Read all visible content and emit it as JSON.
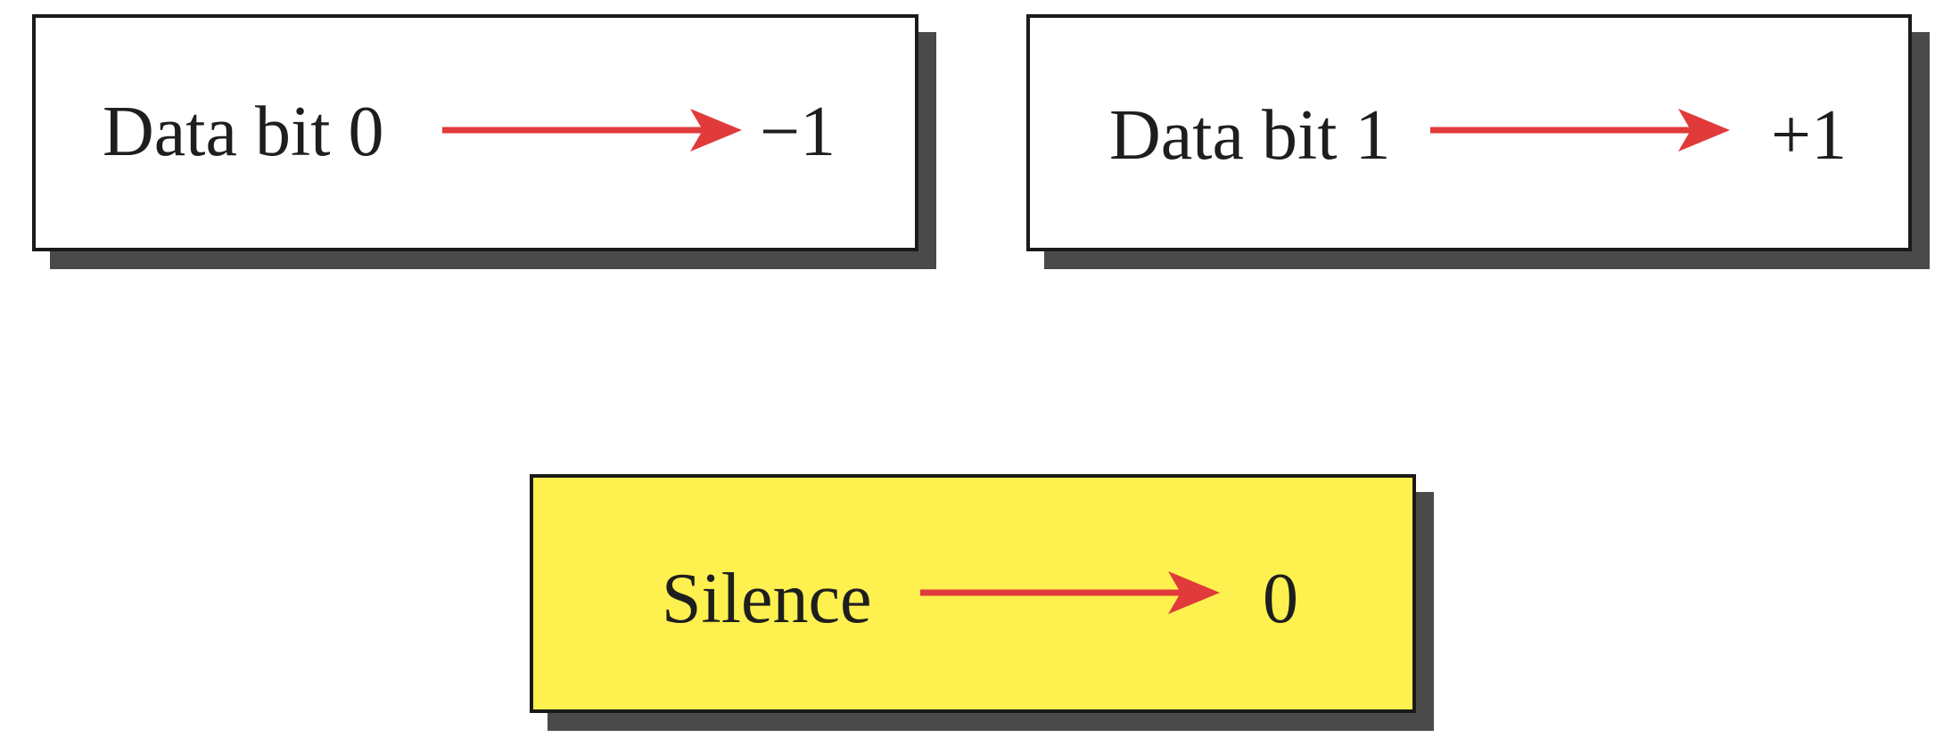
{
  "mappings": [
    {
      "source": "Data bit 0",
      "target": "−1"
    },
    {
      "source": "Data bit 1",
      "target": "+1"
    },
    {
      "source": "Silence",
      "target": "0"
    }
  ],
  "colors": {
    "box_border": "#1a1a1a",
    "box_shadow": "#4a4a4a",
    "box_default_fill": "#ffffff",
    "box_highlight_fill": "#fdf04f",
    "arrow": "#e03a3a"
  }
}
